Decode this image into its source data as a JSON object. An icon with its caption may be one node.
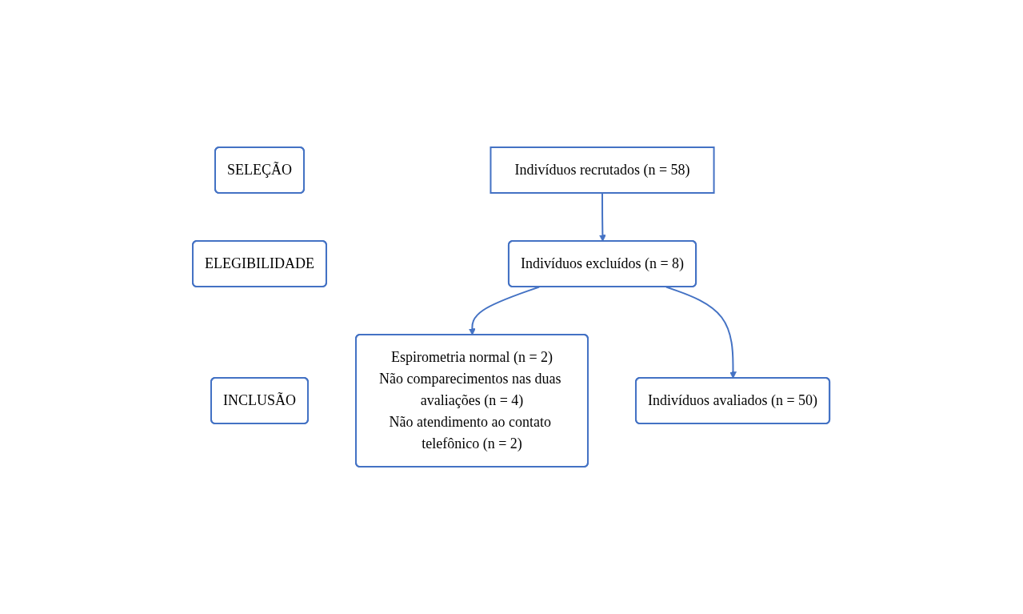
{
  "diagram": {
    "nodes": [
      {
        "text": [
          "SELEÇÃO"
        ]
      },
      {
        "text": [
          "Indivíduos recrutados (n = 58)"
        ]
      },
      {
        "text": [
          "ELEGIBILIDADE"
        ]
      },
      {
        "text": [
          "Indivíduos excluídos (n = 8)"
        ]
      },
      {
        "text": [
          "Espirometria normal (n = 2)",
          "Não comparecimentos nas duas avaliações (n = 4)",
          "Não atendimento ao contato telefônico (n = 2)"
        ]
      },
      {
        "text": [
          "INCLUSÃO"
        ]
      },
      {
        "text": [
          "Indivíduos avaliados (n = 50)"
        ]
      }
    ],
    "edges": [
      {
        "from": 1,
        "to": 3,
        "arrow": "to"
      },
      {
        "from": 3,
        "to": 4,
        "arrow": "to"
      },
      {
        "from": 3,
        "to": 6,
        "arrow": "to"
      }
    ]
  }
}
